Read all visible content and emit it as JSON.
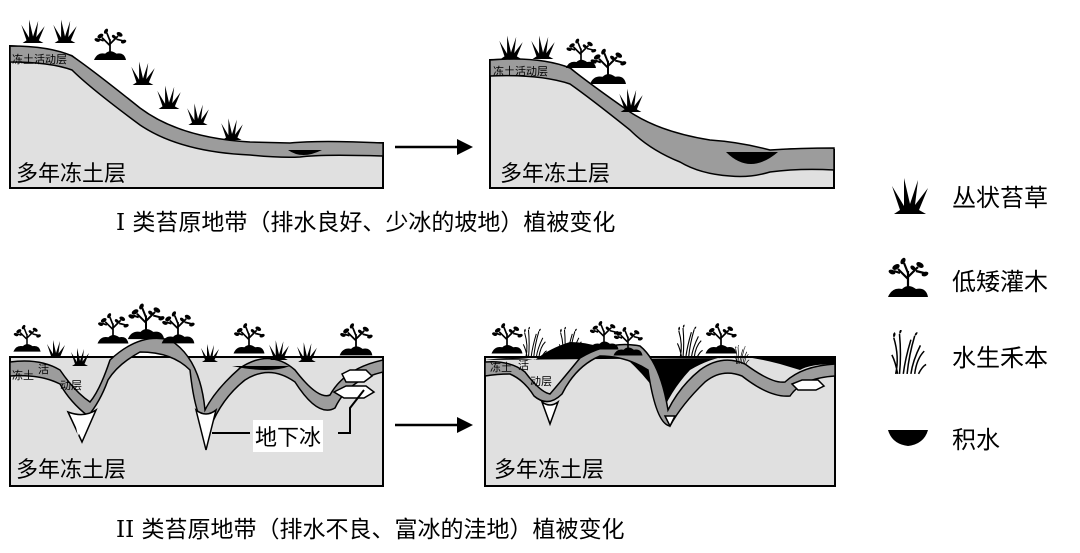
{
  "labels": {
    "active_layer": "冻土活动层",
    "active_layer_parts": [
      "冻土",
      "活",
      "动层"
    ],
    "permafrost": "多年冻土层",
    "ground_ice": "地下冰"
  },
  "captions": {
    "type1": "I 类苔原地带（排水良好、少冰的坡地）植被变化",
    "type2": "II 类苔原地带（排水不良、富冰的洼地）植被变化"
  },
  "legend": [
    {
      "icon": "tussock-grass-icon",
      "label": "丛状苔草"
    },
    {
      "icon": "dwarf-shrub-icon",
      "label": "低矮灌木"
    },
    {
      "icon": "aquatic-grass-icon",
      "label": "水生禾本"
    },
    {
      "icon": "standing-water-icon",
      "label": "积水"
    }
  ],
  "colors": {
    "permafrost_fill": "#e0e0e0",
    "active_layer_fill": "#9c9c9c",
    "outline": "#000000",
    "water": "#000000"
  }
}
